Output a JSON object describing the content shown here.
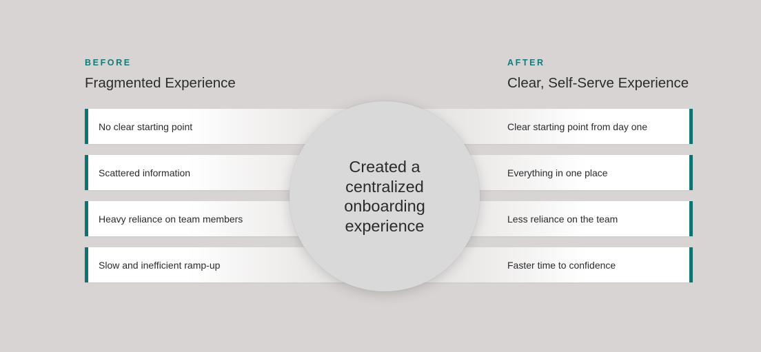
{
  "before": {
    "eyebrow": "BEFORE",
    "title": "Fragmented Experience",
    "items": [
      "No clear starting point",
      "Scattered information",
      "Heavy reliance on team members",
      "Slow and inefficient ramp-up"
    ]
  },
  "after": {
    "eyebrow": "AFTER",
    "title": "Clear, Self-Serve Experience",
    "items": [
      "Clear starting point from day one",
      "Everything in one place",
      "Less reliance on the team",
      "Faster time to confidence"
    ]
  },
  "center": {
    "text": "Created a centralized onboarding experience"
  },
  "colors": {
    "accent": "#137a7a",
    "accent_bar": "#0f7272",
    "background": "#d8d4d3",
    "circle": "#d9d9d9",
    "text": "#2b2b2b"
  }
}
